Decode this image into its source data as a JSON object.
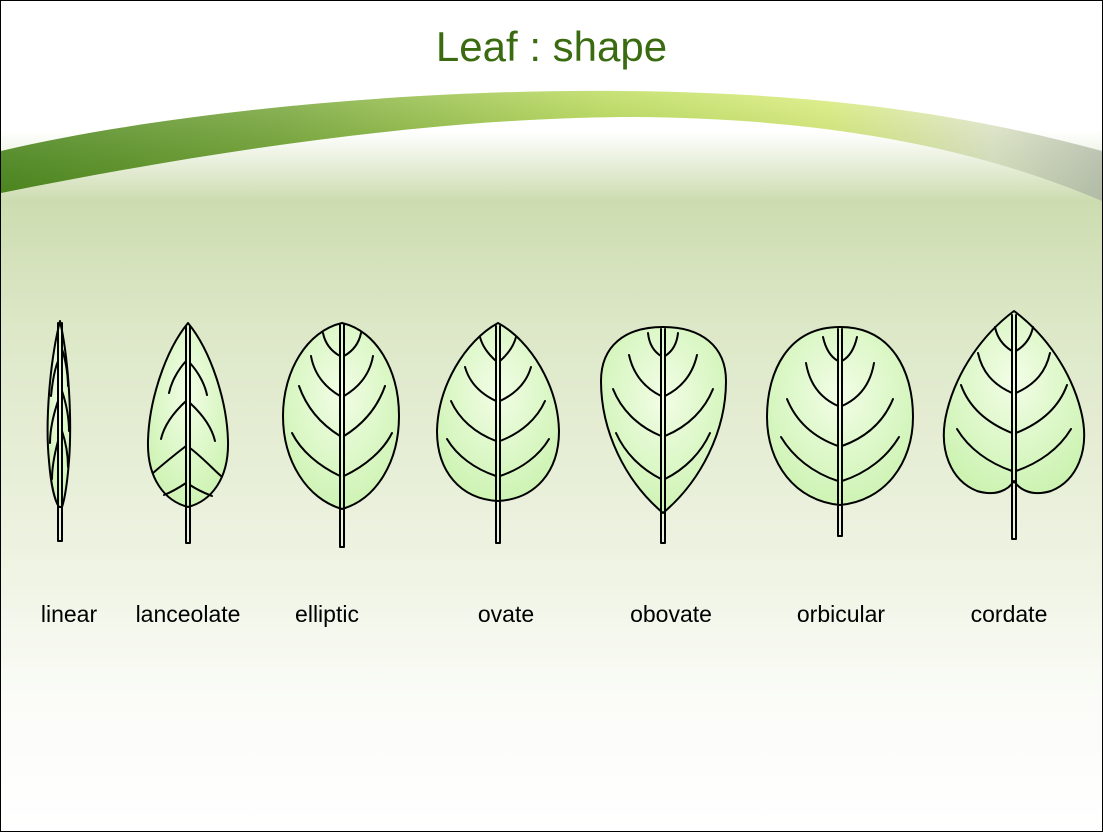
{
  "title": "Leaf : shape",
  "colors": {
    "title": "#3a6b10",
    "leaf_fill_light": "#f2fde6",
    "leaf_fill_dark": "#c9f2ad",
    "leaf_outline": "#000000",
    "swoosh_dark": "#4e8a1f",
    "swoosh_light": "#d8ec70"
  },
  "leaves": [
    {
      "label": "linear"
    },
    {
      "label": "lanceolate"
    },
    {
      "label": "elliptic"
    },
    {
      "label": "ovate"
    },
    {
      "label": "obovate"
    },
    {
      "label": "orbicular"
    },
    {
      "label": "cordate"
    }
  ]
}
